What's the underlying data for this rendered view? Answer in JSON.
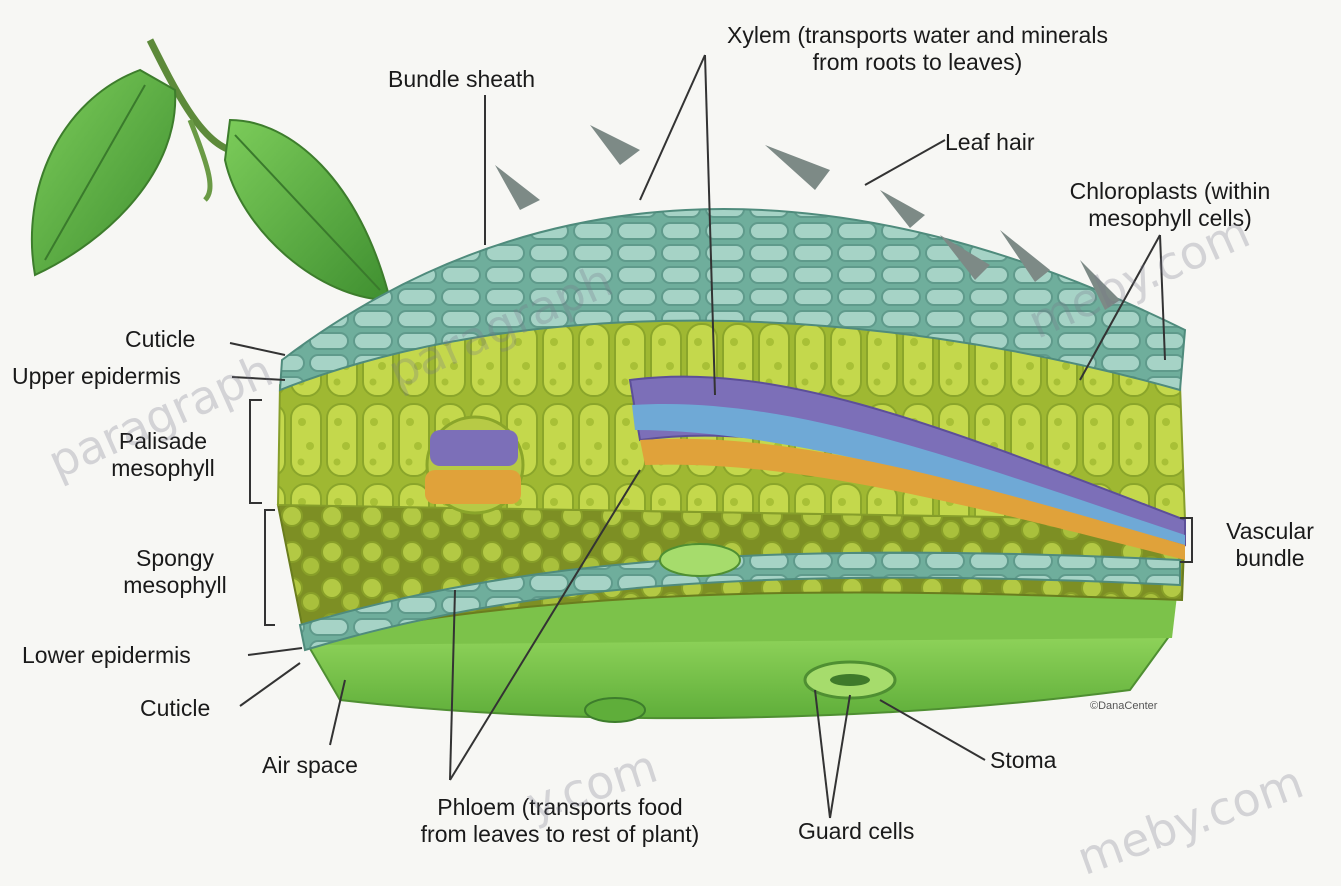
{
  "labels": {
    "xylem_line1": "Xylem (transports water and minerals",
    "xylem_line2": "from roots to leaves)",
    "bundle_sheath": "Bundle sheath",
    "leaf_hair": "Leaf hair",
    "chloroplasts_line1": "Chloroplasts (within",
    "chloroplasts_line2": "mesophyll cells)",
    "cuticle_top": "Cuticle",
    "upper_epidermis": "Upper epidermis",
    "palisade_line1": "Palisade",
    "palisade_line2": "mesophyll",
    "spongy_line1": "Spongy",
    "spongy_line2": "mesophyll",
    "vascular_line1": "Vascular",
    "vascular_line2": "bundle",
    "lower_epidermis": "Lower epidermis",
    "cuticle_bottom": "Cuticle",
    "air_space": "Air space",
    "stoma": "Stoma",
    "phloem_line1": "Phloem (transports food",
    "phloem_line2": "from leaves to rest of plant)",
    "guard_cells": "Guard cells"
  },
  "credit": "©DanaCenter",
  "watermarks": [
    "paragraph",
    "paragraph",
    "meby.com",
    "y.com",
    "meby.com"
  ],
  "colors": {
    "upper_epidermis": "#8fc4b6",
    "palisade": "#b6cb3e",
    "spongy": "#a9bd3a",
    "vascular_purple": "#7c6fb8",
    "vascular_blue": "#6fa9d6",
    "vascular_orange": "#e0a23a",
    "lower_surface": "#7cc24a",
    "leaf": "#4e9e3a",
    "hair": "#7d8a86"
  }
}
